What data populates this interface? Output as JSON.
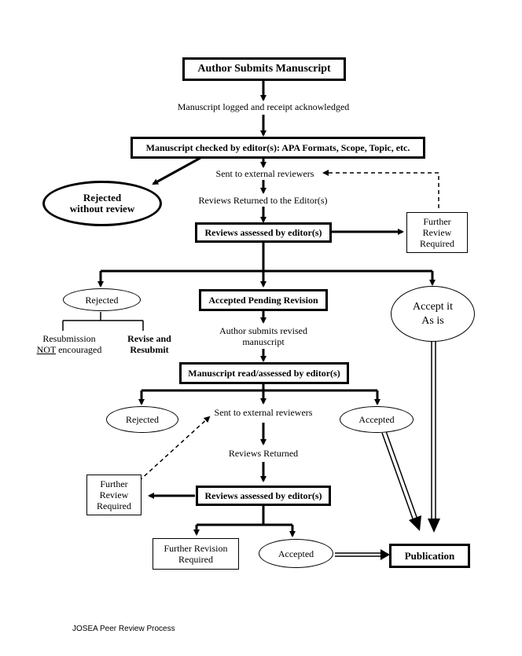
{
  "nodes": {
    "author_submits": "Author Submits Manuscript",
    "manuscript_logged": "Manuscript logged and receipt acknowledged",
    "checked_by_editor": "Manuscript checked by editor(s): APA Formats, Scope, Topic, etc.",
    "sent_to_external_1": "Sent to external reviewers",
    "rejected_without_review_line1": "Rejected",
    "rejected_without_review_line2": "without review",
    "reviews_returned_editor": "Reviews Returned to the Editor(s)",
    "further_review_1_line1": "Further",
    "further_review_1_line2": "Review",
    "further_review_1_line3": "Required",
    "reviews_assessed_1": "Reviews assessed by editor(s)",
    "rejected_1": "Rejected",
    "accepted_pending": "Accepted Pending Revision",
    "accept_as_is_line1": "Accept it",
    "accept_as_is_line2": "As is",
    "resubmission_line1": "Resubmission",
    "resubmission_not": "NOT",
    "resubmission_line2_rest": " encouraged",
    "revise_line1": "Revise and",
    "revise_line2": "Resubmit",
    "author_revised_line1": "Author submits revised",
    "author_revised_line2": "manuscript",
    "manuscript_read": "Manuscript read/assessed by editor(s)",
    "rejected_2": "Rejected",
    "sent_to_external_2": "Sent to external reviewers",
    "accepted_1": "Accepted",
    "reviews_returned": "Reviews Returned",
    "further_review_2_line1": "Further",
    "further_review_2_line2": "Review",
    "further_review_2_line3": "Required",
    "reviews_assessed_2": "Reviews assessed by editor(s)",
    "further_revision_line1": "Further Revision",
    "further_revision_line2": "Required",
    "accepted_2": "Accepted",
    "publication": "Publication"
  },
  "footer": "JOSEA Peer Review Process"
}
